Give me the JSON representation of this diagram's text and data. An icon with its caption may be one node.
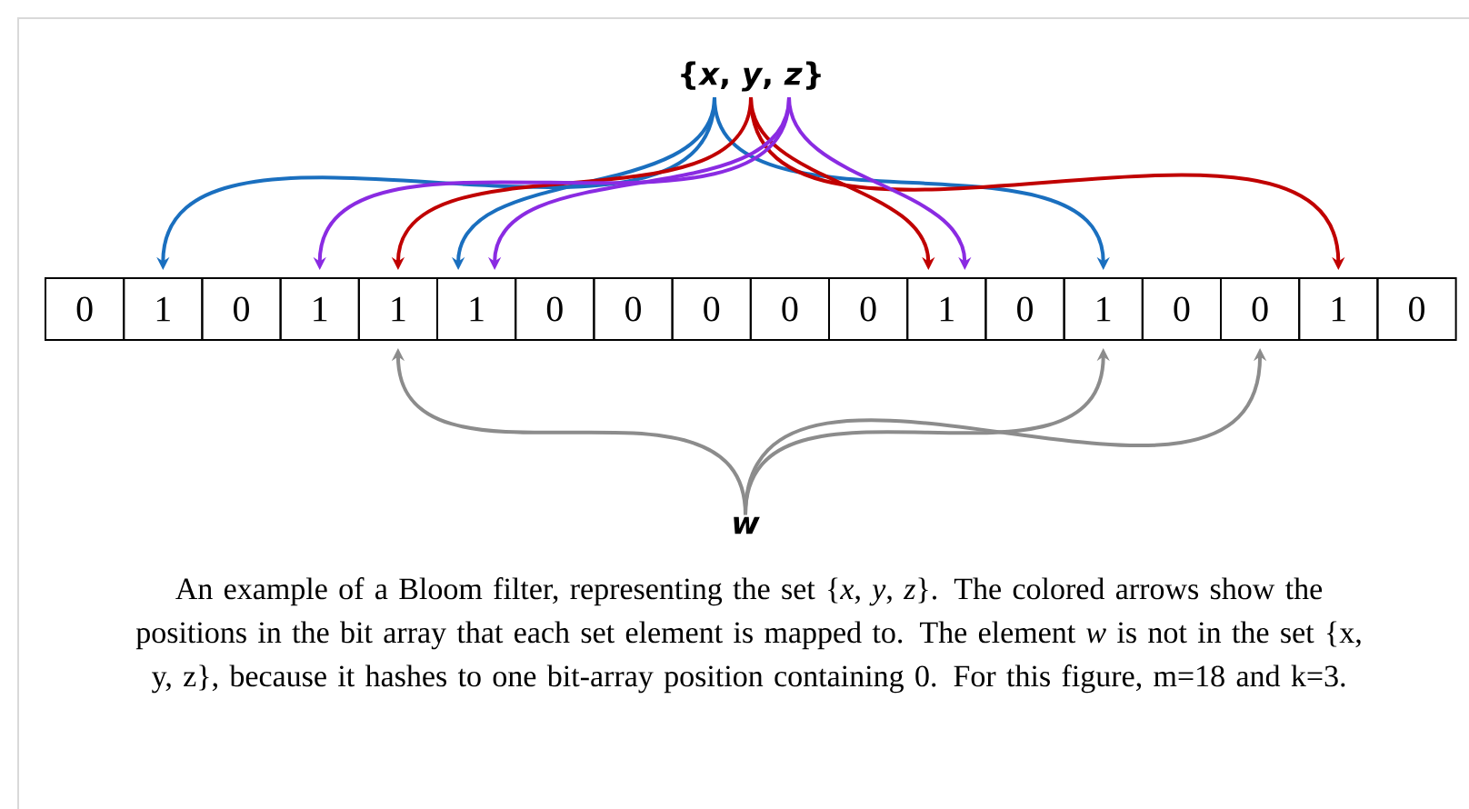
{
  "diagram": {
    "nodes": [
      {
        "text": [
          "{*x*, *y*, *z*}"
        ]
      },
      {
        "text": [
          "0"
        ]
      },
      {
        "text": [
          "1"
        ]
      },
      {
        "text": [
          "0"
        ]
      },
      {
        "text": [
          "1"
        ]
      },
      {
        "text": [
          "1"
        ]
      },
      {
        "text": [
          "1"
        ]
      },
      {
        "text": [
          "0"
        ]
      },
      {
        "text": [
          "0"
        ]
      },
      {
        "text": [
          "0"
        ]
      },
      {
        "text": [
          "0"
        ]
      },
      {
        "text": [
          "0"
        ]
      },
      {
        "text": [
          "1"
        ]
      },
      {
        "text": [
          "0"
        ]
      },
      {
        "text": [
          "1"
        ]
      },
      {
        "text": [
          "0"
        ]
      },
      {
        "text": [
          "0"
        ]
      },
      {
        "text": [
          "1"
        ]
      },
      {
        "text": [
          "0"
        ]
      },
      {
        "text": [
          "w"
        ]
      }
    ],
    "edges": [
      {
        "from": 0,
        "to": 2,
        "arrow": "to",
        "color": "#1a6fbf"
      },
      {
        "from": 0,
        "to": 6,
        "arrow": "to",
        "color": "#1a6fbf"
      },
      {
        "from": 0,
        "to": 14,
        "arrow": "to",
        "color": "#1a6fbf"
      },
      {
        "from": 0,
        "to": 5,
        "arrow": "to",
        "color": "#c00000"
      },
      {
        "from": 0,
        "to": 12,
        "arrow": "to",
        "color": "#c00000"
      },
      {
        "from": 0,
        "to": 17,
        "arrow": "to",
        "color": "#c00000"
      },
      {
        "from": 0,
        "to": 4,
        "arrow": "to",
        "color": "#8a2be2"
      },
      {
        "from": 0,
        "to": 6,
        "arrow": "to",
        "color": "#8a2be2"
      },
      {
        "from": 0,
        "to": 12,
        "arrow": "to",
        "color": "#8a2be2"
      },
      {
        "from": 19,
        "to": 5,
        "arrow": "to",
        "color": "#8c8c8c"
      },
      {
        "from": 19,
        "to": 14,
        "arrow": "to",
        "color": "#8c8c8c"
      },
      {
        "from": 19,
        "to": 16,
        "arrow": "to",
        "color": "#8c8c8c"
      }
    ],
    "caption": "An example of a Bloom filter, representing the set {*x*, *y*, *z*}. The colored arrows show the positions in the bit array that each set element is mapped to. The element *w* is not in the set {x, y, z}, because it hashes to one bit-array position containing 0. For this figure, m=18 and k=3."
  }
}
